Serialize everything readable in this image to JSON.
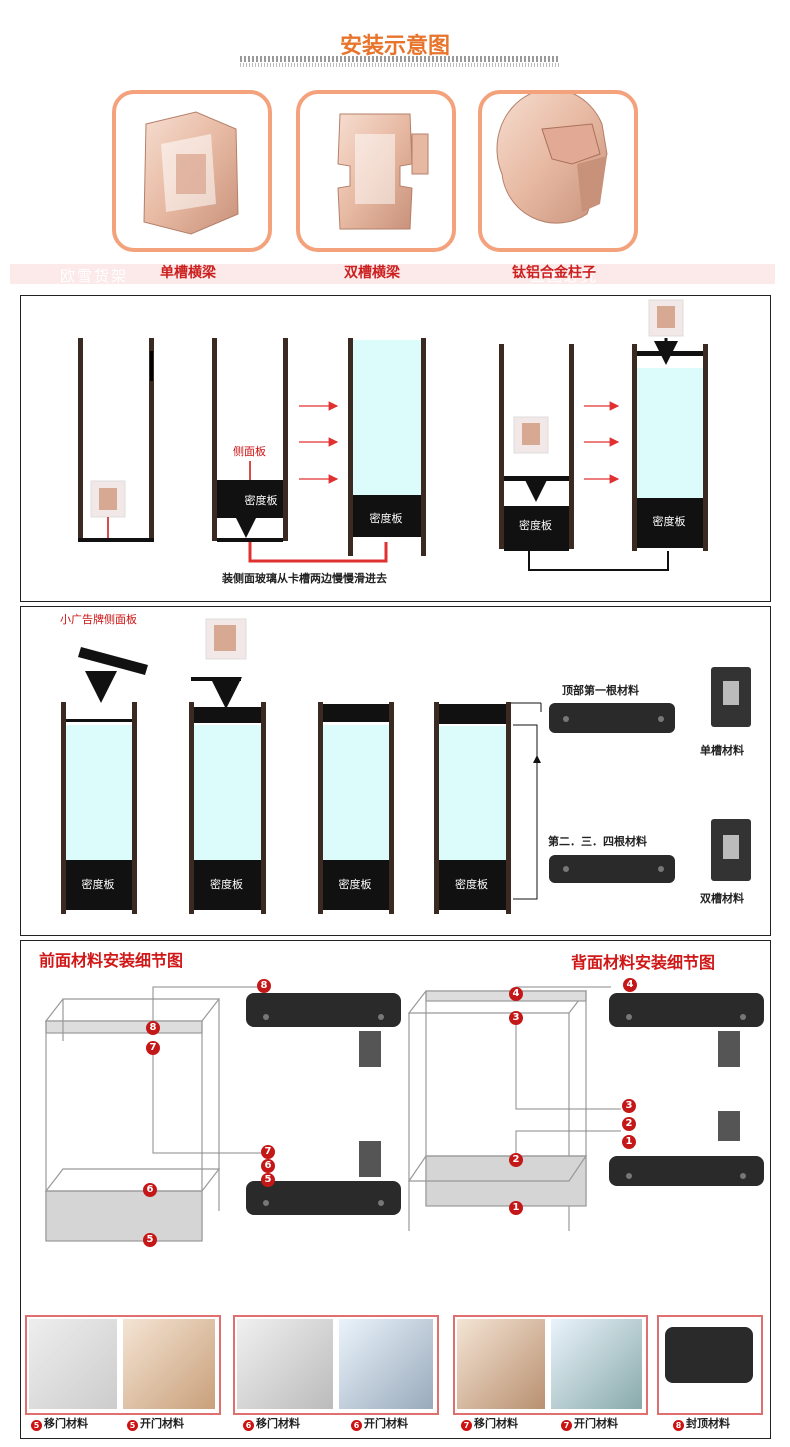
{
  "header": {
    "title": "安装示意图"
  },
  "profiles": [
    {
      "label": "单槽横梁",
      "icon": "single-groove-beam-icon"
    },
    {
      "label": "双槽横梁",
      "icon": "double-groove-beam-icon"
    },
    {
      "label": "钛铝合金柱子",
      "icon": "aluminum-column-icon"
    }
  ],
  "watermark": {
    "text_left": "欧雪货架",
    "text_right": "盗图必究"
  },
  "panel1": {
    "side_panel_label": "侧面板",
    "density_board_label": "密度板",
    "instruction": "装侧面玻璃从卡槽两边慢慢滑进去"
  },
  "panel2": {
    "small_sign_label": "小广告牌侧面板",
    "density_board_label": "密度板",
    "top_first_label": "顶部第一根材料",
    "single_groove_label": "单槽材料",
    "second_third_fourth_label": "第二．三．四根材料",
    "double_groove_label": "双槽材料"
  },
  "panel3": {
    "front_title": "前面材料安装细节图",
    "back_title": "背面材料安装细节图",
    "front_callouts": [
      "8",
      "7",
      "7",
      "6",
      "5",
      "6",
      "5"
    ],
    "back_callouts": [
      "4",
      "3",
      "3",
      "2",
      "1",
      "2",
      "1",
      "4"
    ]
  },
  "detail_thumbs": [
    {
      "num": "5",
      "label": "移门材料"
    },
    {
      "num": "5",
      "label": "开门材料"
    },
    {
      "num": "6",
      "label": "移门材料"
    },
    {
      "num": "6",
      "label": "开门材料"
    },
    {
      "num": "7",
      "label": "移门材料"
    },
    {
      "num": "7",
      "label": "开门材料"
    },
    {
      "num": "8",
      "label": "封顶材料"
    }
  ],
  "colors": {
    "accent_orange": "#e8742b",
    "card_border": "#f3a27c",
    "red_text": "#d01818",
    "glass": "#dcfbfb",
    "frame": "#3a2a22",
    "beam": "#111111",
    "arrow_red": "#e03030"
  }
}
